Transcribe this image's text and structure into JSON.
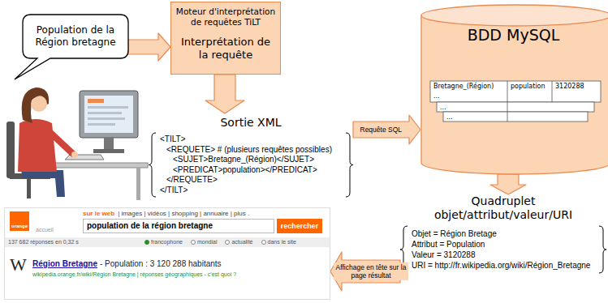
{
  "diagram": {
    "nodes": [
      {
        "text": [
          "Population de la Région bretagne"
        ]
      },
      {
        "text": [
          "Moteur d'interprétation de requêtes TiLT",
          "Interprétation de la requête"
        ]
      },
      {
        "text": [
          "Sortie XML",
          "<TILT>",
          "<REQUETE> # (plusieurs requêtes possibles)",
          "<SUJET>Bretagne_(Région)</SUJET>",
          "<PREDICAT>population></PREDICAT>",
          "</REQUETE>",
          "</TILT>"
        ]
      },
      {
        "text": [
          "BDD MySQL"
        ]
      },
      {
        "text": [
          "Quadruplet objet/attribut/valeur/URI",
          "Objet = Région Bretage",
          "Attribut = Population",
          "Valeur = 3120288",
          "URI = http://fr.wikipedia.org/wiki/Région_Bretagne"
        ]
      },
      {
        "text": [
          "orange",
          "accueil",
          "sur le web",
          "| images | vidéos | shopping | annuaire | plus .",
          "population de la région bretagne",
          "rechercher",
          "137 682 réponses en 0,32 s",
          "francophone",
          "mondial",
          "actualité",
          "dans le site",
          "W",
          "Région Bretagne",
          "- Population : 3 120 288 habitants",
          "wikipedia.orange.fr/wiki/Région Bretagne | réponses géographiques - c'est quoi ?"
        ]
      }
    ],
    "edges": [
      {
        "from": 0,
        "to": 1,
        "arrow": "to"
      },
      {
        "from": 1,
        "to": 2,
        "arrow": "to"
      },
      {
        "from": 2,
        "to": 3,
        "arrow": "to",
        "label": "Requête SQL"
      },
      {
        "from": 3,
        "to": 4,
        "arrow": "to"
      },
      {
        "from": 4,
        "to": 5,
        "arrow": "to",
        "label": "Affichage en tête sur la page résultat"
      }
    ],
    "labels": [
      "Bretagne_(Région)",
      "population",
      "3120288",
      "...",
      "...",
      "..."
    ]
  }
}
